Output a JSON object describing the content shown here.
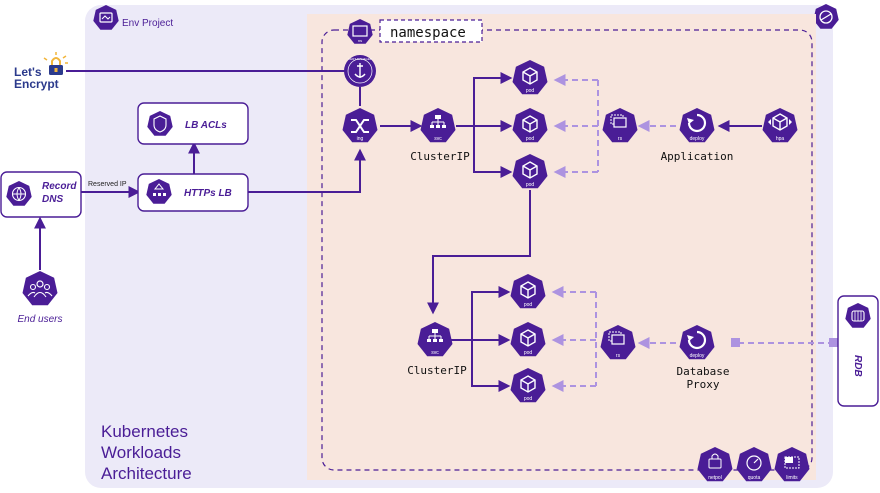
{
  "env": {
    "label": "Env Project"
  },
  "namespace": {
    "label": "namespace",
    "badge": "ns"
  },
  "title": {
    "line1": "Kubernetes",
    "line2": "Workloads",
    "line3": "Architecture"
  },
  "letsencrypt": {
    "line1": "Let's",
    "line2": "Encrypt"
  },
  "cert_manager": {
    "arc": "CERT MANAGER"
  },
  "nodes": {
    "ing": "ing",
    "svc": "svc",
    "pod": "pod",
    "rs": "rs",
    "deploy": "deploy",
    "hpa": "hpa",
    "netpol": "netpol",
    "quota": "quota",
    "limits": "limits"
  },
  "boxes": {
    "lb_acls": "LB ACLs",
    "https_lb": "HTTPs LB",
    "record_dns_1": "Record",
    "record_dns_2": "DNS",
    "rdb": "RDB"
  },
  "labels": {
    "clusterip_top": "ClusterIP",
    "clusterip_bottom": "ClusterIP",
    "application": "Application",
    "db_proxy_1": "Database",
    "db_proxy_2": "Proxy",
    "reserved_ip": "Reserved IP",
    "end_users": "End users"
  },
  "colors": {
    "primary": "#4a1d96",
    "light_lilac": "#eceaf8",
    "namespace_bg": "#f8e6de",
    "dashed": "#ad93e0",
    "gold": "#f2b53a"
  }
}
